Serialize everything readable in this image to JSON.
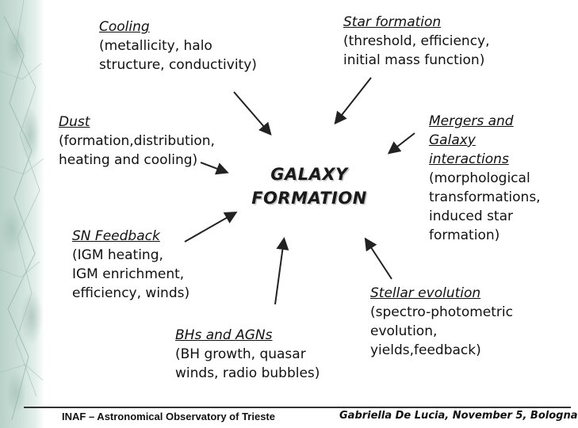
{
  "diagram": {
    "center": [
      "GALAXY",
      "FORMATION"
    ],
    "nodes": {
      "cooling": {
        "title": "Cooling",
        "lines": [
          "(metallicity, halo",
          "structure, conductivity)"
        ]
      },
      "star_formation": {
        "title": "Star formation",
        "lines": [
          "(threshold, efficiency,",
          "initial mass function)"
        ]
      },
      "dust": {
        "title": "Dust",
        "lines": [
          "(formation,distribution,",
          "heating and cooling)"
        ]
      },
      "mergers": {
        "title_lines": [
          "Mergers and",
          "Galaxy",
          "interactions"
        ],
        "lines": [
          "(morphological",
          "transformations,",
          "induced star",
          "formation)"
        ]
      },
      "sn_feedback": {
        "title": "SN Feedback",
        "lines": [
          "(IGM heating,",
          "IGM enrichment,",
          "efficiency, winds)"
        ]
      },
      "stellar_evolution": {
        "title": "Stellar evolution",
        "lines": [
          "(spectro-photometric",
          "evolution,",
          "yields,feedback)"
        ]
      },
      "bhs_agns": {
        "title": "BHs and AGNs",
        "lines": [
          "(BH growth, quasar",
          "winds, radio bubbles)"
        ]
      }
    }
  },
  "footer": {
    "left": "INAF – Astronomical Observatory of Trieste",
    "right": "Gabriella De Lucia, November 5, Bologna"
  },
  "colors": {
    "text": "#111111",
    "arrow": "#222222",
    "strip": "#b9d1c9"
  }
}
